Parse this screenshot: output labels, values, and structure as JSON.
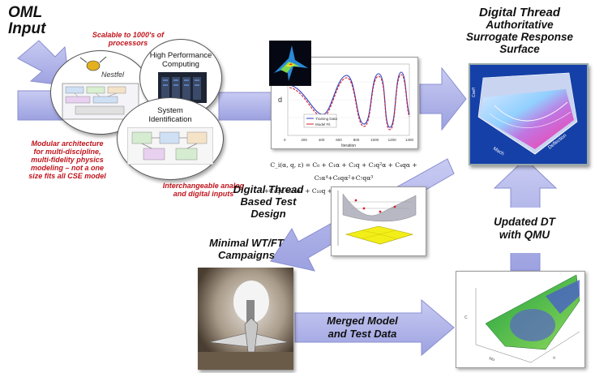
{
  "oml": {
    "line1": "OML",
    "line2": "Input"
  },
  "scalable": {
    "line1": "Scalable to 1000's of",
    "line2": "processors"
  },
  "nestfel": "Nestfel",
  "hpc": {
    "line1": "High Performance",
    "line2": "Computing"
  },
  "sysid": {
    "line1": "System",
    "line2": "Identification"
  },
  "modular": {
    "line1": "Modular architecture",
    "line2": "for multi-discipline,",
    "line3": "multi-fidelity physics",
    "line4": "modeling – not a one",
    "line5": "size fits all CSE model"
  },
  "interchangeable": {
    "line1": "Interchangeable analog",
    "line2": "and digital inputs"
  },
  "graph": {
    "ylabel": "d",
    "xlabel": "Iteration",
    "xticks": [
      "0",
      "200",
      "400",
      "600",
      "800",
      "1000",
      "1200",
      "1400"
    ],
    "legend": [
      "Training Data",
      "Model Fit"
    ]
  },
  "equation": {
    "line1": "C_i(α, q, ε) = C₀ + C₁α + C₂q + C₃q²α + C₄qα + C₅α⁴+C₆qα²+C₇qα³",
    "line2": "+C₈qα+C₉α³ + C₁₀q + C₁₁α² + C₁₂q² + C₁₃ε + C₁₄qα"
  },
  "digital_thread": {
    "line1": "Digital Thread",
    "line2": "Authoritative",
    "line3": "Surrogate Response",
    "line4": "Surface"
  },
  "surface": {
    "xlabel": "Deflection",
    "ylabel": "Mach",
    "zlabel": "Coeff"
  },
  "test_design": {
    "line1": "Digital Thread",
    "line2": "Based Test",
    "line3": "Design"
  },
  "updated": {
    "line1": "Updated DT",
    "line2": "with QMU"
  },
  "minimal": {
    "line1": "Minimal WT/FT",
    "line2": "Campaigns"
  },
  "merged": {
    "line1": "Merged Model",
    "line2": "and Test Data"
  },
  "colors": {
    "arrow": "#b0b4e8",
    "arrow_stroke": "#8a8fd0",
    "red_text": "#c0141c",
    "training": "#3040c0",
    "model": "#d02030"
  }
}
